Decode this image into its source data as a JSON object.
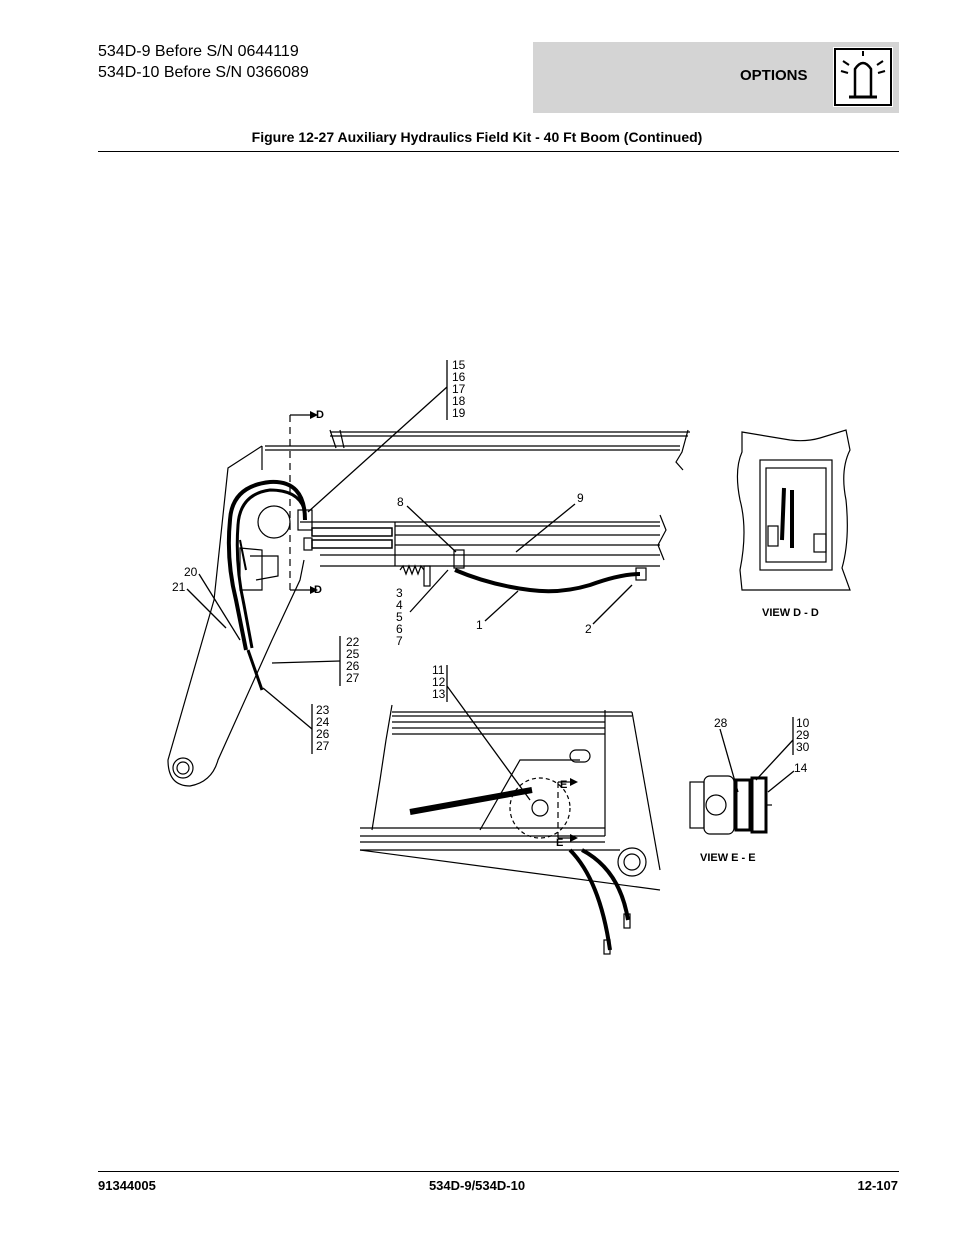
{
  "header": {
    "model_line_1": "534D-9 Before S/N 0644119",
    "model_line_2": "534D-10 Before S/N 0366089",
    "section": "OPTIONS",
    "section_icon": "beacon-light-icon"
  },
  "figure": {
    "title": "Figure 12-27 Auxiliary Hydraulics Field Kit - 40 Ft Boom (Continued)",
    "section_marker_d": "D",
    "section_marker_e": "E",
    "view_dd_label": "VIEW D - D",
    "view_ee_label": "VIEW E - E",
    "callouts": {
      "c15_19": [
        "15",
        "16",
        "17",
        "18",
        "19"
      ],
      "c8": "8",
      "c9": "9",
      "c20": "20",
      "c21": "21",
      "c3_7": [
        "3",
        "4",
        "5",
        "6",
        "7"
      ],
      "c1": "1",
      "c2": "2",
      "c22_27": [
        "22",
        "25",
        "26",
        "27"
      ],
      "c23_27": [
        "23",
        "24",
        "26",
        "27"
      ],
      "c11_13": [
        "11",
        "12",
        "13"
      ],
      "c28": "28",
      "c10_30": [
        "10",
        "29",
        "30"
      ],
      "c14": "14"
    }
  },
  "footer": {
    "left": "91344005",
    "center": "534D-9/534D-10",
    "right": "12-107"
  }
}
